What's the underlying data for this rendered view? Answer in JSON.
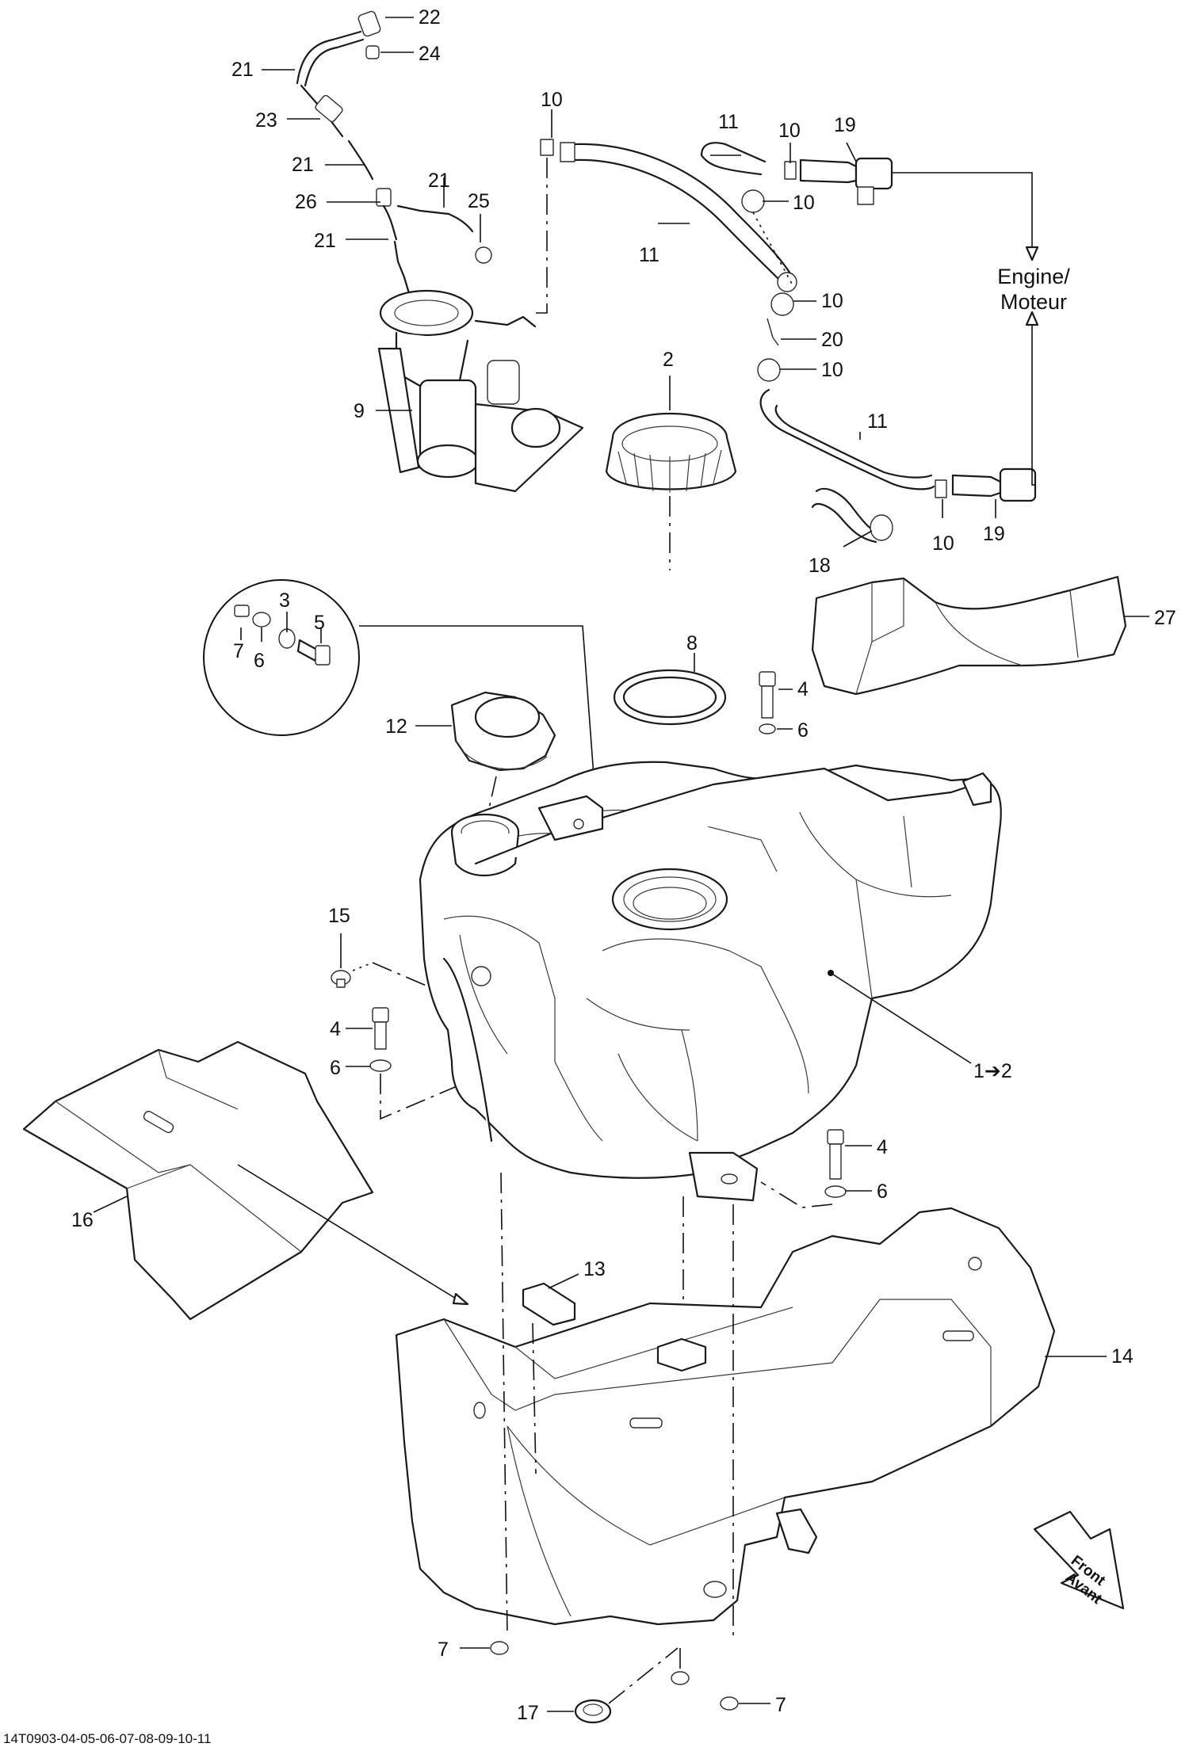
{
  "diagram": {
    "engine_label": [
      "Engine/",
      "Moteur"
    ],
    "front_label": [
      "Front",
      "Avant"
    ],
    "drawing_number": "14T0903-04-05-06-07-08-09-10-11",
    "callouts": [
      {
        "id": "c22",
        "label": "22"
      },
      {
        "id": "c24",
        "label": "24"
      },
      {
        "id": "c21a",
        "label": "21"
      },
      {
        "id": "c23",
        "label": "23"
      },
      {
        "id": "c21b",
        "label": "21"
      },
      {
        "id": "c21c",
        "label": "21"
      },
      {
        "id": "c26",
        "label": "26"
      },
      {
        "id": "c25",
        "label": "25"
      },
      {
        "id": "c21d",
        "label": "21"
      },
      {
        "id": "c9",
        "label": "9"
      },
      {
        "id": "c10a",
        "label": "10"
      },
      {
        "id": "c11a",
        "label": "11"
      },
      {
        "id": "c11b",
        "label": "11"
      },
      {
        "id": "c10b",
        "label": "10"
      },
      {
        "id": "c19a",
        "label": "19"
      },
      {
        "id": "c10c",
        "label": "10"
      },
      {
        "id": "c10d",
        "label": "10"
      },
      {
        "id": "c20",
        "label": "20"
      },
      {
        "id": "c10e",
        "label": "10"
      },
      {
        "id": "c11c",
        "label": "11"
      },
      {
        "id": "c10f",
        "label": "10"
      },
      {
        "id": "c19b",
        "label": "19"
      },
      {
        "id": "c18",
        "label": "18"
      },
      {
        "id": "c2",
        "label": "2"
      },
      {
        "id": "c27",
        "label": "27"
      },
      {
        "id": "c3",
        "label": "3"
      },
      {
        "id": "c5",
        "label": "5"
      },
      {
        "id": "c7a",
        "label": "7"
      },
      {
        "id": "c6a",
        "label": "6"
      },
      {
        "id": "c8",
        "label": "8"
      },
      {
        "id": "c4a",
        "label": "4"
      },
      {
        "id": "c6b",
        "label": "6"
      },
      {
        "id": "c12",
        "label": "12"
      },
      {
        "id": "c15",
        "label": "15"
      },
      {
        "id": "c4b",
        "label": "4"
      },
      {
        "id": "c6c",
        "label": "6"
      },
      {
        "id": "c1to2",
        "label": "1➔2"
      },
      {
        "id": "c4c",
        "label": "4"
      },
      {
        "id": "c6d",
        "label": "6"
      },
      {
        "id": "c16",
        "label": "16"
      },
      {
        "id": "c13",
        "label": "13"
      },
      {
        "id": "c14",
        "label": "14"
      },
      {
        "id": "c7b",
        "label": "7"
      },
      {
        "id": "c17",
        "label": "17"
      },
      {
        "id": "c7c",
        "label": "7"
      }
    ]
  }
}
